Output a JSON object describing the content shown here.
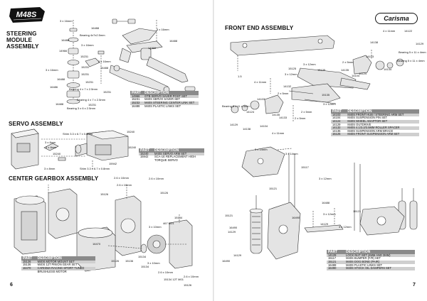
{
  "left": {
    "logo_text": "M48S",
    "page_number": "6",
    "steering": {
      "title_lines": [
        "STEERING",
        "MODULE",
        "ASSEMBLY"
      ],
      "labels": [
        "3 x 16mm",
        "16488",
        "Bearing 4x7x2.5mm",
        "16488",
        "3 x 16mm",
        "15231",
        "14966",
        "15231",
        "15231",
        "3 x 16mm",
        "16488",
        "16486",
        "3 x 16mm",
        "16488",
        "3 x 16mm",
        "16488",
        "Bearing 4 x 7 x 2.5mm",
        "15231",
        "15231",
        "Bearing 4 x 7 x 2.5mm",
        "Bearing 3 x 6 x 2.5mm",
        "16488",
        "15231",
        "14966"
      ],
      "table": {
        "headers": [
          "PART",
          "DESCRIPTION"
        ],
        "rows": [
          [
            "14966",
            "GTB SERVO SAVER POST SET"
          ],
          [
            "15231",
            "M40S SERVO SAVER SET"
          ],
          [
            "15232",
            "M40S STEERING CENTER LINK SET"
          ],
          [
            "16488",
            "M40S PLASTIC LINKS SET"
          ]
        ]
      }
    },
    "servo": {
      "title": "SERVO ASSEMBLY",
      "labels": [
        "Shim 3.3 x 6.7 x 0.8mm",
        "15240",
        "3 x 8mm",
        "3 x 8mm",
        "15240",
        "3 x 8mm",
        "15942",
        "15240",
        "Shim 3.3 x 6.7 x 0.8mm"
      ],
      "table": {
        "headers": [
          "PART",
          "DESCRIPTION"
        ],
        "rows": [
          [
            "15240",
            "M40S SERVO ARM SET"
          ],
          [
            "15942",
            "SCA-1E REPLACEMENT HIGH"
          ],
          [
            "",
            "TORQUE SERVO"
          ]
        ]
      }
    },
    "gearbox": {
      "title": "CENTER GEARBOX ASSEMBLY",
      "labels": [
        "2.6 x 10mm",
        "2.6 x 10mm",
        "15126",
        "15126",
        "2.6 x 10mm",
        "3 x 10mm",
        "15134",
        "467 M01",
        "16470",
        "15126",
        "15134",
        "15136",
        "3 x 10mm",
        "15134",
        "2.6 x 10mm",
        "15134 12T M01",
        "2.6 x 10mm",
        "15126"
      ],
      "table": {
        "headers": [
          "PART",
          "DESCRIPTION"
        ],
        "rows": [
          [
            "15126",
            "M40S MOTOR MOUNT SET"
          ],
          [
            "15136",
            "M40S 12T PINION GEAR SET"
          ],
          [
            "16470",
            "CARISMA RACING SPORT TUNED"
          ],
          [
            "",
            "BRUSHLESS MOTOR"
          ]
        ]
      }
    }
  },
  "right": {
    "brand": "Carisma",
    "page_number": "7",
    "front": {
      "title": "FRONT END ASSEMBLY",
      "labels": [
        "4 x 11mm",
        "14122",
        "14138",
        "14129",
        "Bearing 5 x 11 x 4mm",
        "3 x 12mm",
        "15135",
        "2 x 5mm",
        "14135",
        "14104",
        "15125",
        "3 x 12mm",
        "14103",
        "14124",
        "14134",
        "Bearing 5 x 11 x 4mm",
        "4 x 11mm",
        "2 x 5mm",
        "14132",
        "14103",
        "15135",
        "3 x 12mm",
        "Bearing 5 x 11 x 4mm",
        "14135",
        "14124",
        "14138",
        "4 x 11mm",
        "2 x 5mm",
        "14133",
        "2 x 5mm",
        "14129",
        "14104",
        "1.5"
      ],
      "table": {
        "headers": [
          "PART",
          "DESCRIPTION"
        ],
        "rows": [
          [
            "14103",
            "M40S FRONT HUB / STEERING ARM SET"
          ],
          [
            "14104",
            "M40S SUSPENSION PIN SET"
          ],
          [
            "14124",
            "M40S WHEEL ADAPTOR SET"
          ],
          [
            "14129",
            "M40S OUTDRIVE"
          ],
          [
            "14132",
            "M40S 4.1/3.2/3.5MM ROLLER SPACER"
          ],
          [
            "14135",
            "M40S SUSPENSION ARM BRACE"
          ],
          [
            "15125",
            "M40S FRONT SUSPENSION ARM SET"
          ]
        ]
      }
    },
    "shocks": {
      "labels": [
        "3 x 14mm",
        "3 x 14mm",
        "15117",
        "15121",
        "3 x 12mm",
        "16488",
        "3 x 12mm",
        "15121",
        "16490",
        "14129",
        "16490",
        "14129",
        "14129",
        "16490",
        "15121",
        "3 x 12mm"
      ],
      "table": {
        "headers": [
          "PART",
          "DESCRIPTION"
        ],
        "rows": [
          [
            "14129",
            "LOCK NUT SET (4MM AND 3MM)"
          ],
          [
            "15117",
            "M40S BUMPER (F/R) SET"
          ],
          [
            "15121",
            "M40S DOG BONE (PAIR)"
          ],
          [
            "16488",
            "M40S PLASTIC LINKS SET"
          ],
          [
            "16490",
            "M40S STOCK OIL DAMPERS SET"
          ]
        ]
      }
    }
  }
}
